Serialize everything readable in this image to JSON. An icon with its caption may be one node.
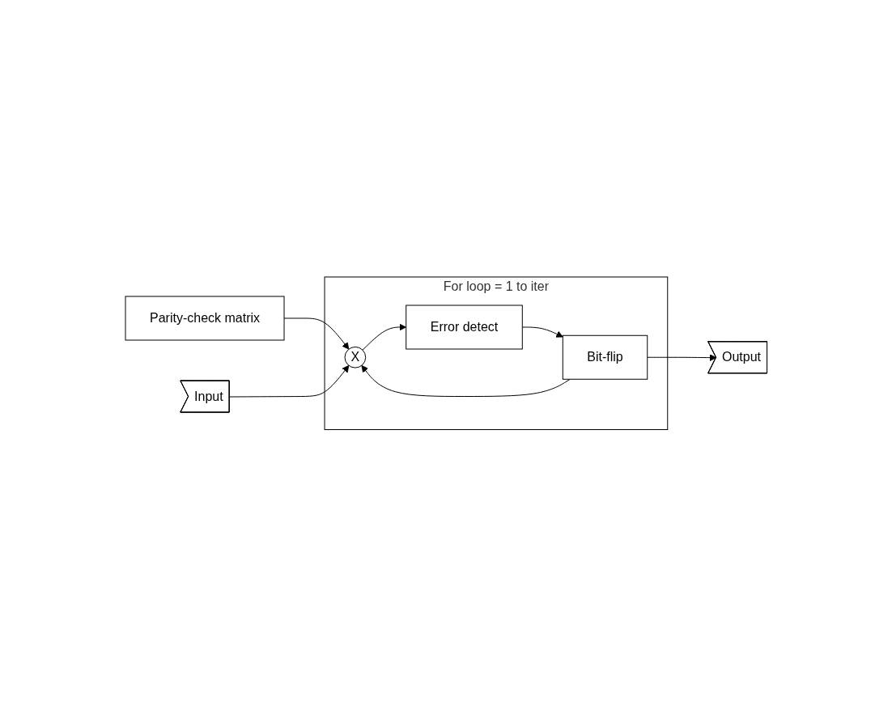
{
  "diagram": {
    "nodes": [
      {
        "text": [
          "Parity-check matrix"
        ]
      },
      {
        "text": [
          "For loop = 1 to iter"
        ]
      },
      {
        "text": [
          "Input"
        ]
      },
      {
        "text": [
          "X"
        ],
        "in": 1
      },
      {
        "text": [
          "Bit-flip"
        ],
        "in": 1
      },
      {
        "text": [
          "Error detect"
        ],
        "in": 1
      },
      {
        "text": [
          "Output"
        ]
      }
    ],
    "edges": [
      {
        "from": 0,
        "to": 3,
        "arrow": "to"
      },
      {
        "from": 2,
        "to": 3,
        "arrow": "to"
      },
      {
        "from": 4,
        "to": 3,
        "arrow": "to"
      },
      {
        "from": 4,
        "to": 6,
        "arrow": "to"
      },
      {
        "from": 3,
        "to": 5,
        "arrow": "to"
      },
      {
        "from": 5,
        "to": 4,
        "arrow": "to"
      }
    ]
  }
}
